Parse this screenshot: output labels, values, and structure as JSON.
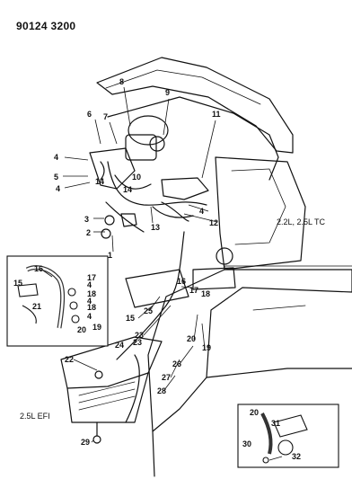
{
  "header": {
    "part_code": "90124 3200"
  },
  "notes": {
    "engine_upper": "2.2L, 2.5L TC",
    "engine_lower": "2.5L EFI"
  },
  "callouts": {
    "c1": "1",
    "c2": "2",
    "c3": "3",
    "c4": "4",
    "c5": "5",
    "c6": "6",
    "c7": "7",
    "c8": "8",
    "c9": "9",
    "c10": "10",
    "c11": "11",
    "c12": "12",
    "c13": "13",
    "c14": "14",
    "c15": "15",
    "c16": "16",
    "c17": "17",
    "c18": "18",
    "c19": "19",
    "c20": "20",
    "c21": "21",
    "c22": "22",
    "c23": "23",
    "c24": "24",
    "c25": "25",
    "c26": "26",
    "c27": "27",
    "c28": "28",
    "c29": "29",
    "c30": "30",
    "c31": "31",
    "c32": "32"
  }
}
